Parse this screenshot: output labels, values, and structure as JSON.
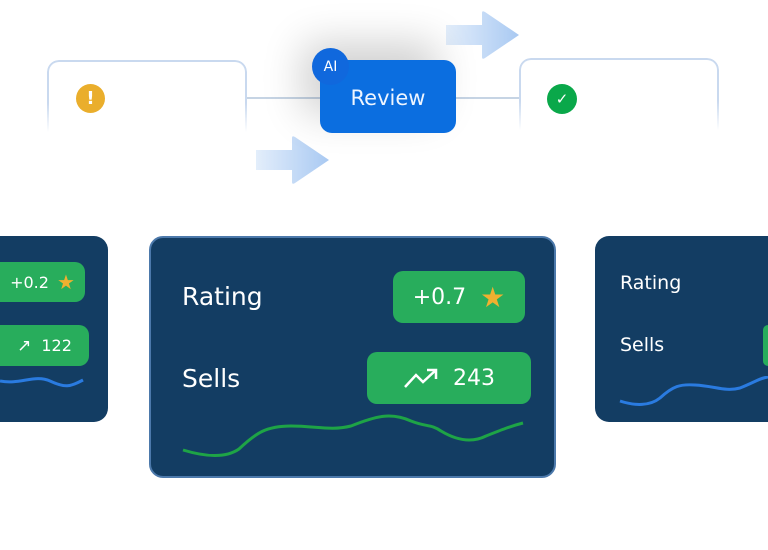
{
  "flow": {
    "review_label": "Review",
    "ai_badge": "AI",
    "left_status_icon": "warning-icon",
    "right_status_icon": "check-icon",
    "colors": {
      "review": "#0b6ee0",
      "warning": "#eaae2c",
      "success": "#0aa84a"
    }
  },
  "cards": {
    "left": {
      "rating_value": "+0.2",
      "sells_value": "122"
    },
    "center": {
      "rating_label": "Rating",
      "rating_value": "+0.7",
      "sells_label": "Sells",
      "sells_value": "243"
    },
    "right": {
      "rating_label": "Rating",
      "sells_label": "Sells"
    },
    "colors": {
      "card": "#133d63",
      "pill": "#28ad5c",
      "star": "#f0b030",
      "spark_green": "#1ea446",
      "spark_blue": "#2a7be0"
    }
  }
}
